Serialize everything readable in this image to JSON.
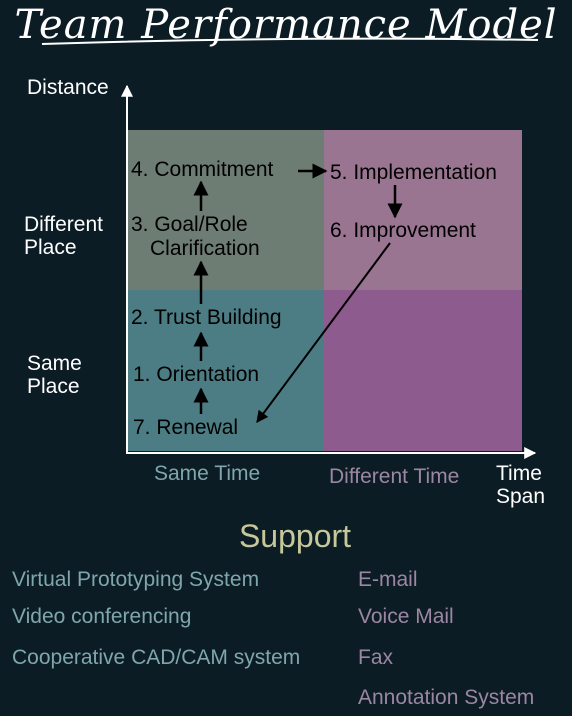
{
  "title": "Team Performance Model",
  "axes": {
    "y_label": "Distance",
    "x_label_line1": "Time",
    "x_label_line2": "Span",
    "rows": [
      {
        "line1": "Different",
        "line2": "Place"
      },
      {
        "line1": "Same",
        "line2": "Place"
      }
    ],
    "columns": [
      "Same Time",
      "Different Time"
    ]
  },
  "stages": {
    "s1": "1. Orientation",
    "s2": "2. Trust Building",
    "s3_line1": "3. Goal/Role",
    "s3_line2": "Clarification",
    "s4": "4. Commitment",
    "s5": "5. Implementation",
    "s6": "6. Improvement",
    "s7": "7. Renewal"
  },
  "colors": {
    "background": "#0c1c25",
    "same_time_different_place": "#6e7d73",
    "different_time_different_place": "#9a7591",
    "same_time_same_place": "#4d7d84",
    "different_time_same_place": "#8e5b8f",
    "same_time_text": "#7fa6ac",
    "different_time_text": "#9b86a3",
    "support_heading": "#c7c89a"
  },
  "support": {
    "heading": "Support",
    "same_time": [
      "Virtual Prototyping System",
      "Video conferencing",
      "Cooperative CAD/CAM system"
    ],
    "different_time": [
      "E-mail",
      "Voice Mail",
      "Fax",
      "Annotation System"
    ]
  }
}
